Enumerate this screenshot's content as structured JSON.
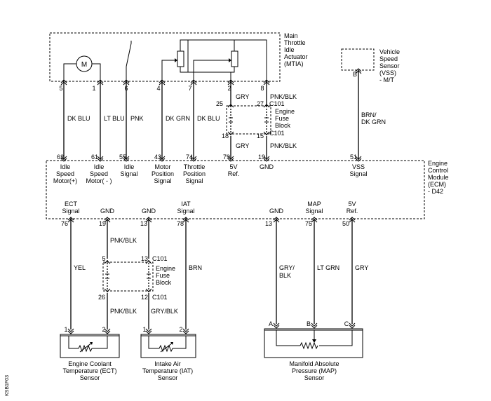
{
  "mtia": {
    "title": [
      "Main",
      "Throttle",
      "Idle",
      "Actuator",
      "(MTIA)"
    ],
    "motor_symbol": "M",
    "pins": [
      "5",
      "1",
      "6",
      "4",
      "7",
      "2",
      "8"
    ]
  },
  "vss": {
    "title": [
      "Vehicle",
      "Speed",
      "Sensor",
      "(VSS)",
      "- M/T"
    ],
    "pin": "B",
    "wire": [
      "BRN/",
      "DK GRN"
    ]
  },
  "upper_wires": [
    "DK BLU",
    "LT BLU",
    "PNK",
    "DK GRN",
    "DK BLU"
  ],
  "right_wires": {
    "gry_top": "GRY",
    "pnkblk_top": "PNK/BLK",
    "gry_bottom": "GRY",
    "pnkblk_bottom": "PNK/BLK"
  },
  "fuse_block_top": {
    "pins_top": [
      "25",
      "27"
    ],
    "pins_bottom": [
      "18",
      "15"
    ],
    "connector_top": "C101",
    "connector_bottom": "C101",
    "label": [
      "Engine",
      "Fuse",
      "Block"
    ]
  },
  "ecm": {
    "title": [
      "Engine",
      "Control",
      "Module",
      "(ECM)",
      "- D42"
    ],
    "top_pins": [
      "62",
      "61",
      "55",
      "43",
      "74",
      "79",
      "19",
      "51"
    ],
    "top_labels": [
      [
        "Idle",
        "Speed",
        "Motor(+)"
      ],
      [
        "Idle",
        "Speed",
        "Motor( - )"
      ],
      [
        "Idle",
        "Signal"
      ],
      [
        "Motor",
        "Position",
        "Signal"
      ],
      [
        "Throttle",
        "Position",
        "Signal"
      ],
      [
        "5V",
        "Ref."
      ],
      [
        "GND"
      ],
      [
        "VSS",
        "Signal"
      ]
    ],
    "bottom_pins": [
      "76",
      "19",
      "13",
      "78",
      "13",
      "75",
      "50"
    ],
    "bottom_labels": [
      [
        "ECT",
        "Signal"
      ],
      [
        "GND"
      ],
      [
        "GND"
      ],
      [
        "IAT",
        "Signal"
      ],
      [
        "GND"
      ],
      [
        "MAP",
        "Signal"
      ],
      [
        "5V",
        "Ref."
      ]
    ]
  },
  "lower_wires": {
    "yel": "YEL",
    "pnkblk_top": "PNK/BLK",
    "brn": "BRN",
    "gryblk": [
      "GRY/",
      "BLK"
    ],
    "ltgrn": "LT GRN",
    "gry": "GRY",
    "pnkblk_bottom": "PNK/BLK",
    "gryblk_bottom": "GRY/BLK"
  },
  "fuse_block_bottom": {
    "pins_top": [
      "5",
      "13"
    ],
    "pins_bottom": [
      "26",
      "12"
    ],
    "connector_top": "C101",
    "connector_bottom": "C101",
    "label": [
      "Engine",
      "Fuse",
      "Block"
    ]
  },
  "ect_sensor": {
    "pins": [
      "1",
      "2"
    ],
    "title": [
      "Engine Coolant",
      "Temperature (ECT)",
      "Sensor"
    ]
  },
  "iat_sensor": {
    "pins": [
      "1",
      "2"
    ],
    "title": [
      "Intake Air",
      "Temperature (IAT)",
      "Sensor"
    ]
  },
  "map_sensor": {
    "pins": [
      "A",
      "B",
      "C"
    ],
    "title": [
      "Manifold Absolute",
      "Pressure (MAP)",
      "Sensor"
    ]
  },
  "figure_code": "KSB1F03"
}
